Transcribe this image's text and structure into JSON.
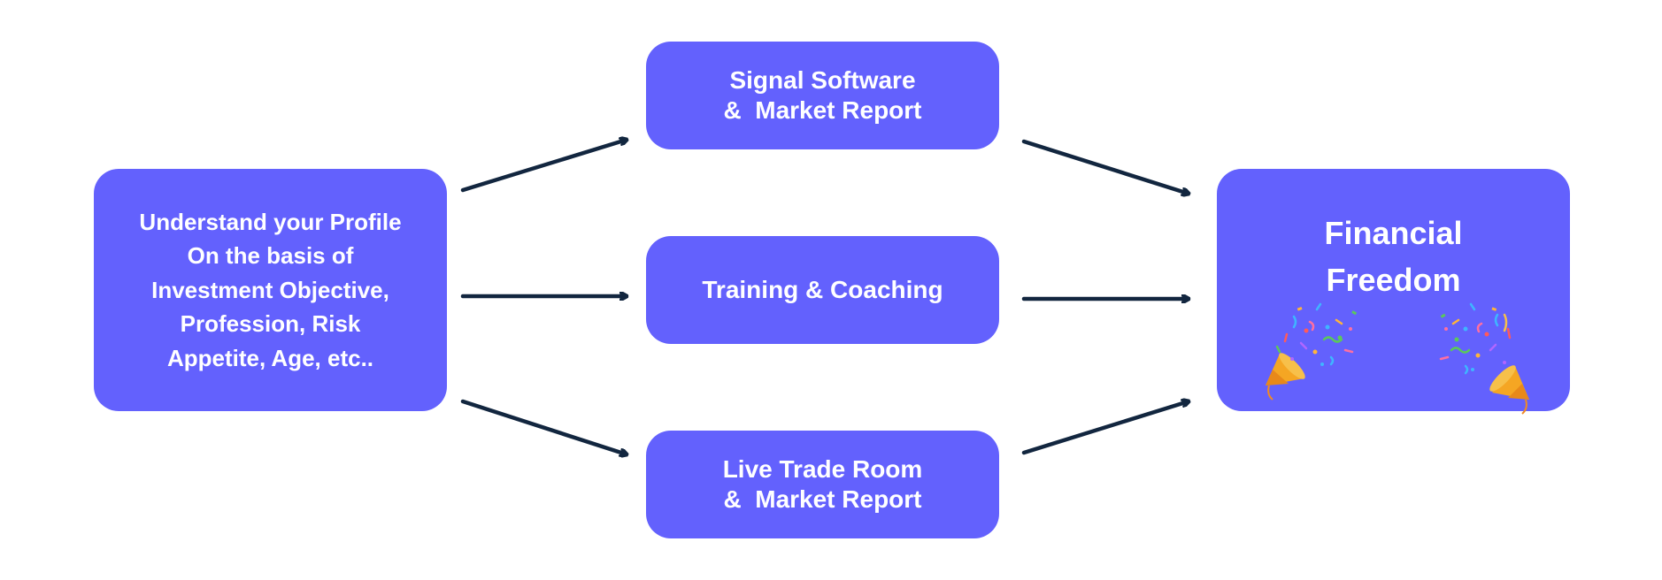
{
  "diagram": {
    "start": {
      "lines": [
        "Understand your Profile",
        "On the basis of",
        "Investment Objective,",
        "Profession, Risk",
        "Appetite, Age, etc.."
      ]
    },
    "services": [
      {
        "lines": [
          "Signal Software",
          "&  Market Report"
        ]
      },
      {
        "lines": [
          "Training & Coaching"
        ]
      },
      {
        "lines": [
          "Live Trade Room",
          "&  Market Report"
        ]
      }
    ],
    "goal": {
      "lines": [
        "Financial",
        "Freedom"
      ]
    },
    "colors": {
      "box": "#6361fd",
      "arrow": "#12263f",
      "text": "#ffffff"
    }
  }
}
